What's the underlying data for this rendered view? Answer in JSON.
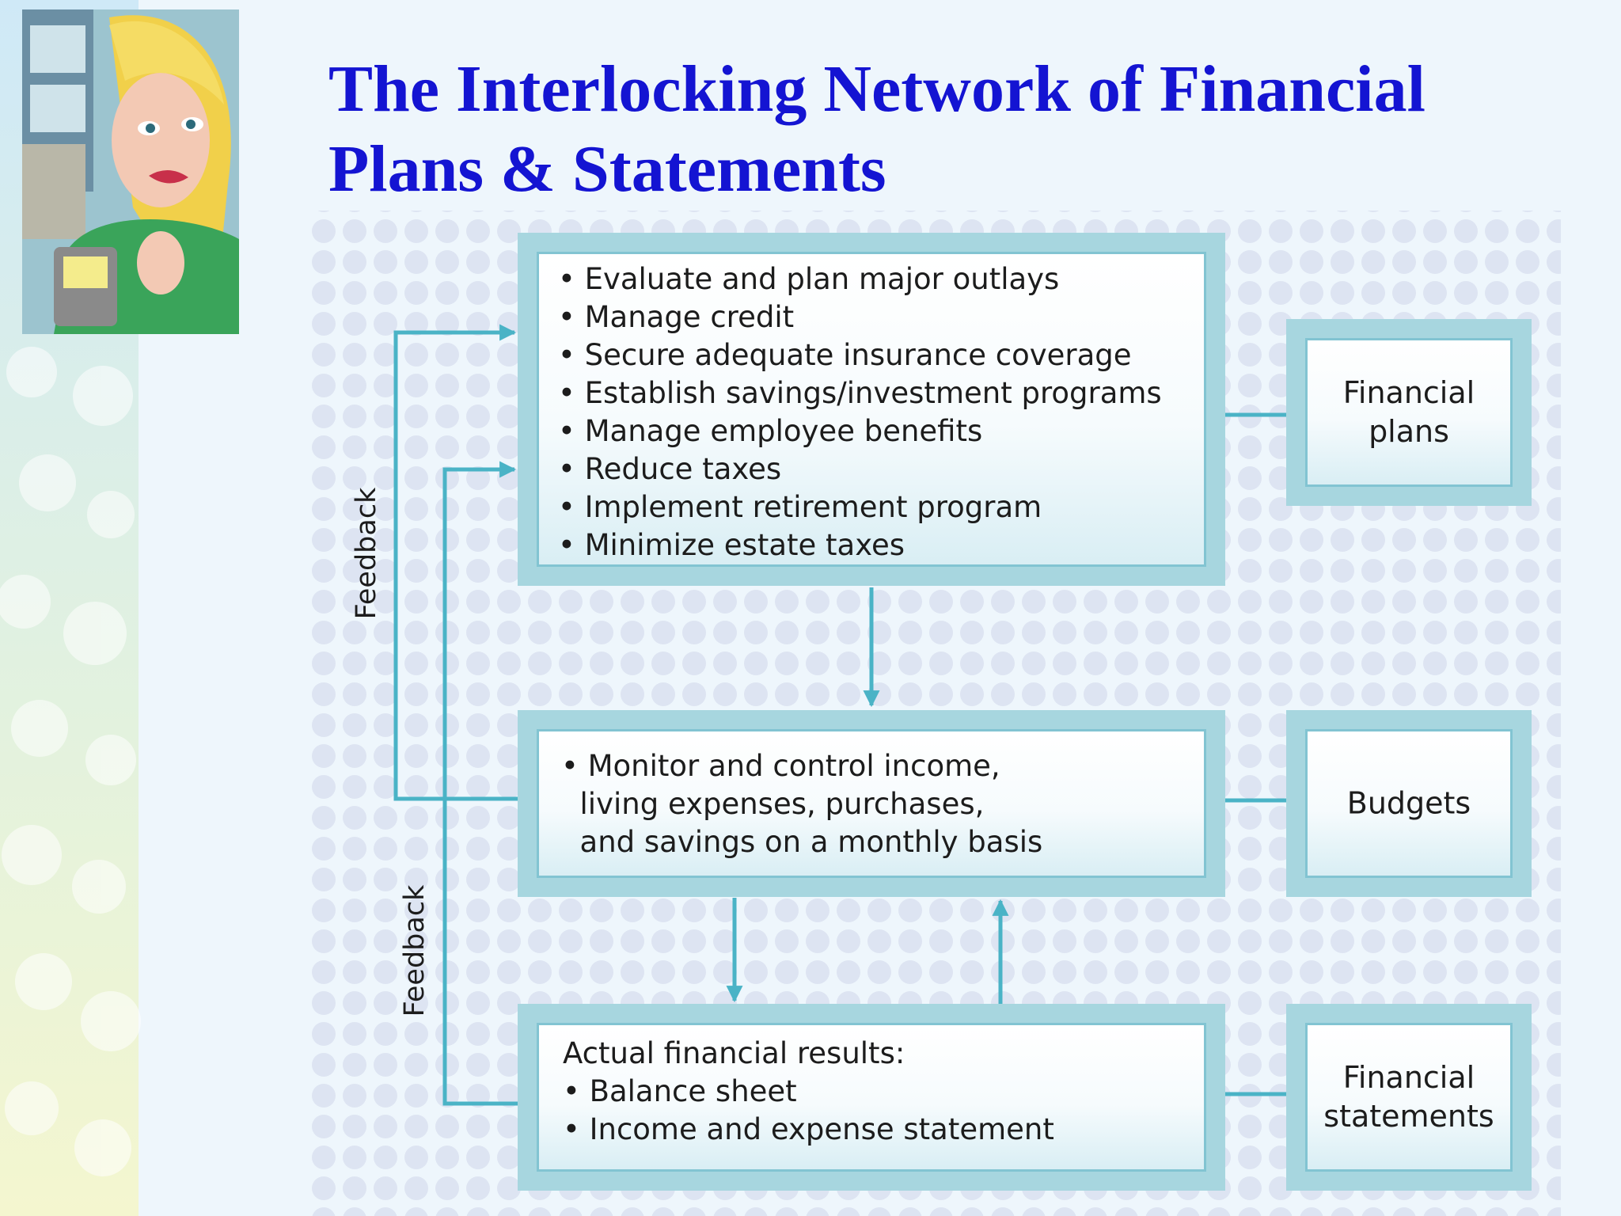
{
  "title": {
    "line1": "The Interlocking Network of Financial",
    "line2": "Plans & Statements"
  },
  "illustration": {
    "icon": "worried-woman-with-calculator-image"
  },
  "diagram": {
    "plans_box": {
      "items": [
        "Evaluate and plan major outlays",
        "Manage credit",
        "Secure adequate insurance coverage",
        "Establish savings/investment programs",
        "Manage employee benefits",
        "Reduce taxes",
        "Implement retirement program",
        "Minimize estate taxes"
      ]
    },
    "budget_box": {
      "text": "• Monitor and control income,\n  living expenses, purchases,\n  and savings on a monthly basis"
    },
    "results_box": {
      "heading": "Actual financial results:",
      "items": [
        "Balance sheet",
        "Income and expense statement"
      ]
    },
    "labels": {
      "plans": "Financial\nplans",
      "budgets": "Budgets",
      "statements": "Financial\nstatements"
    },
    "feedback_outer": "Feedback",
    "feedback_inner": "Feedback"
  },
  "colors": {
    "title": "#1414d2",
    "line": "#4ab3c6",
    "frame": "#a7d6df",
    "dots": "#dde4f2"
  }
}
